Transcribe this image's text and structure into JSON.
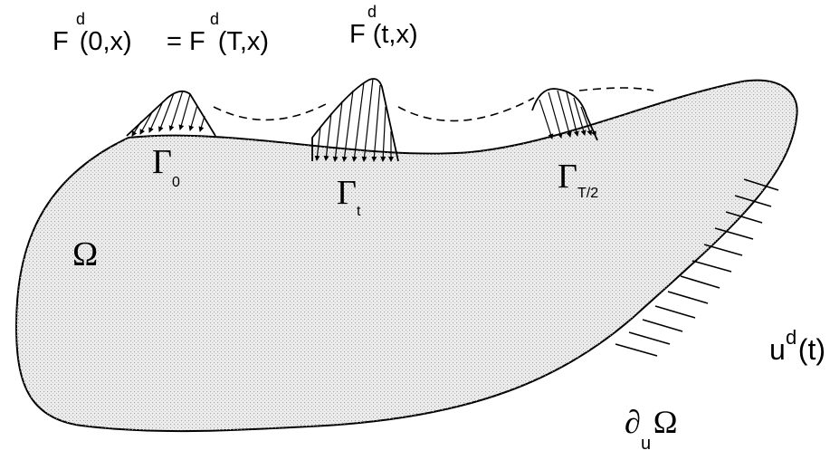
{
  "labels": {
    "force_initial": {
      "base": "F",
      "sup": "d",
      "args": "(0,x)"
    },
    "force_equals": {
      "eq": "=",
      "base": "F",
      "sup": "d",
      "args": "(T,x)"
    },
    "force_t": {
      "base": "F",
      "sup": "d",
      "args": "(t,x)"
    },
    "gamma_0": {
      "base": "Γ",
      "sub": "0"
    },
    "gamma_t": {
      "base": "Γ",
      "sub": "t"
    },
    "gamma_half": {
      "base": "Γ",
      "sub": "T/2"
    },
    "omega": "Ω",
    "disp": {
      "base": "u",
      "sup": "d",
      "args": "(t)"
    },
    "boundary": {
      "partial": "∂",
      "sub": "u",
      "base": "Ω"
    }
  },
  "colors": {
    "ink": "#000000",
    "fill": "#e6e6e6",
    "dots": "#9a9a9a"
  }
}
